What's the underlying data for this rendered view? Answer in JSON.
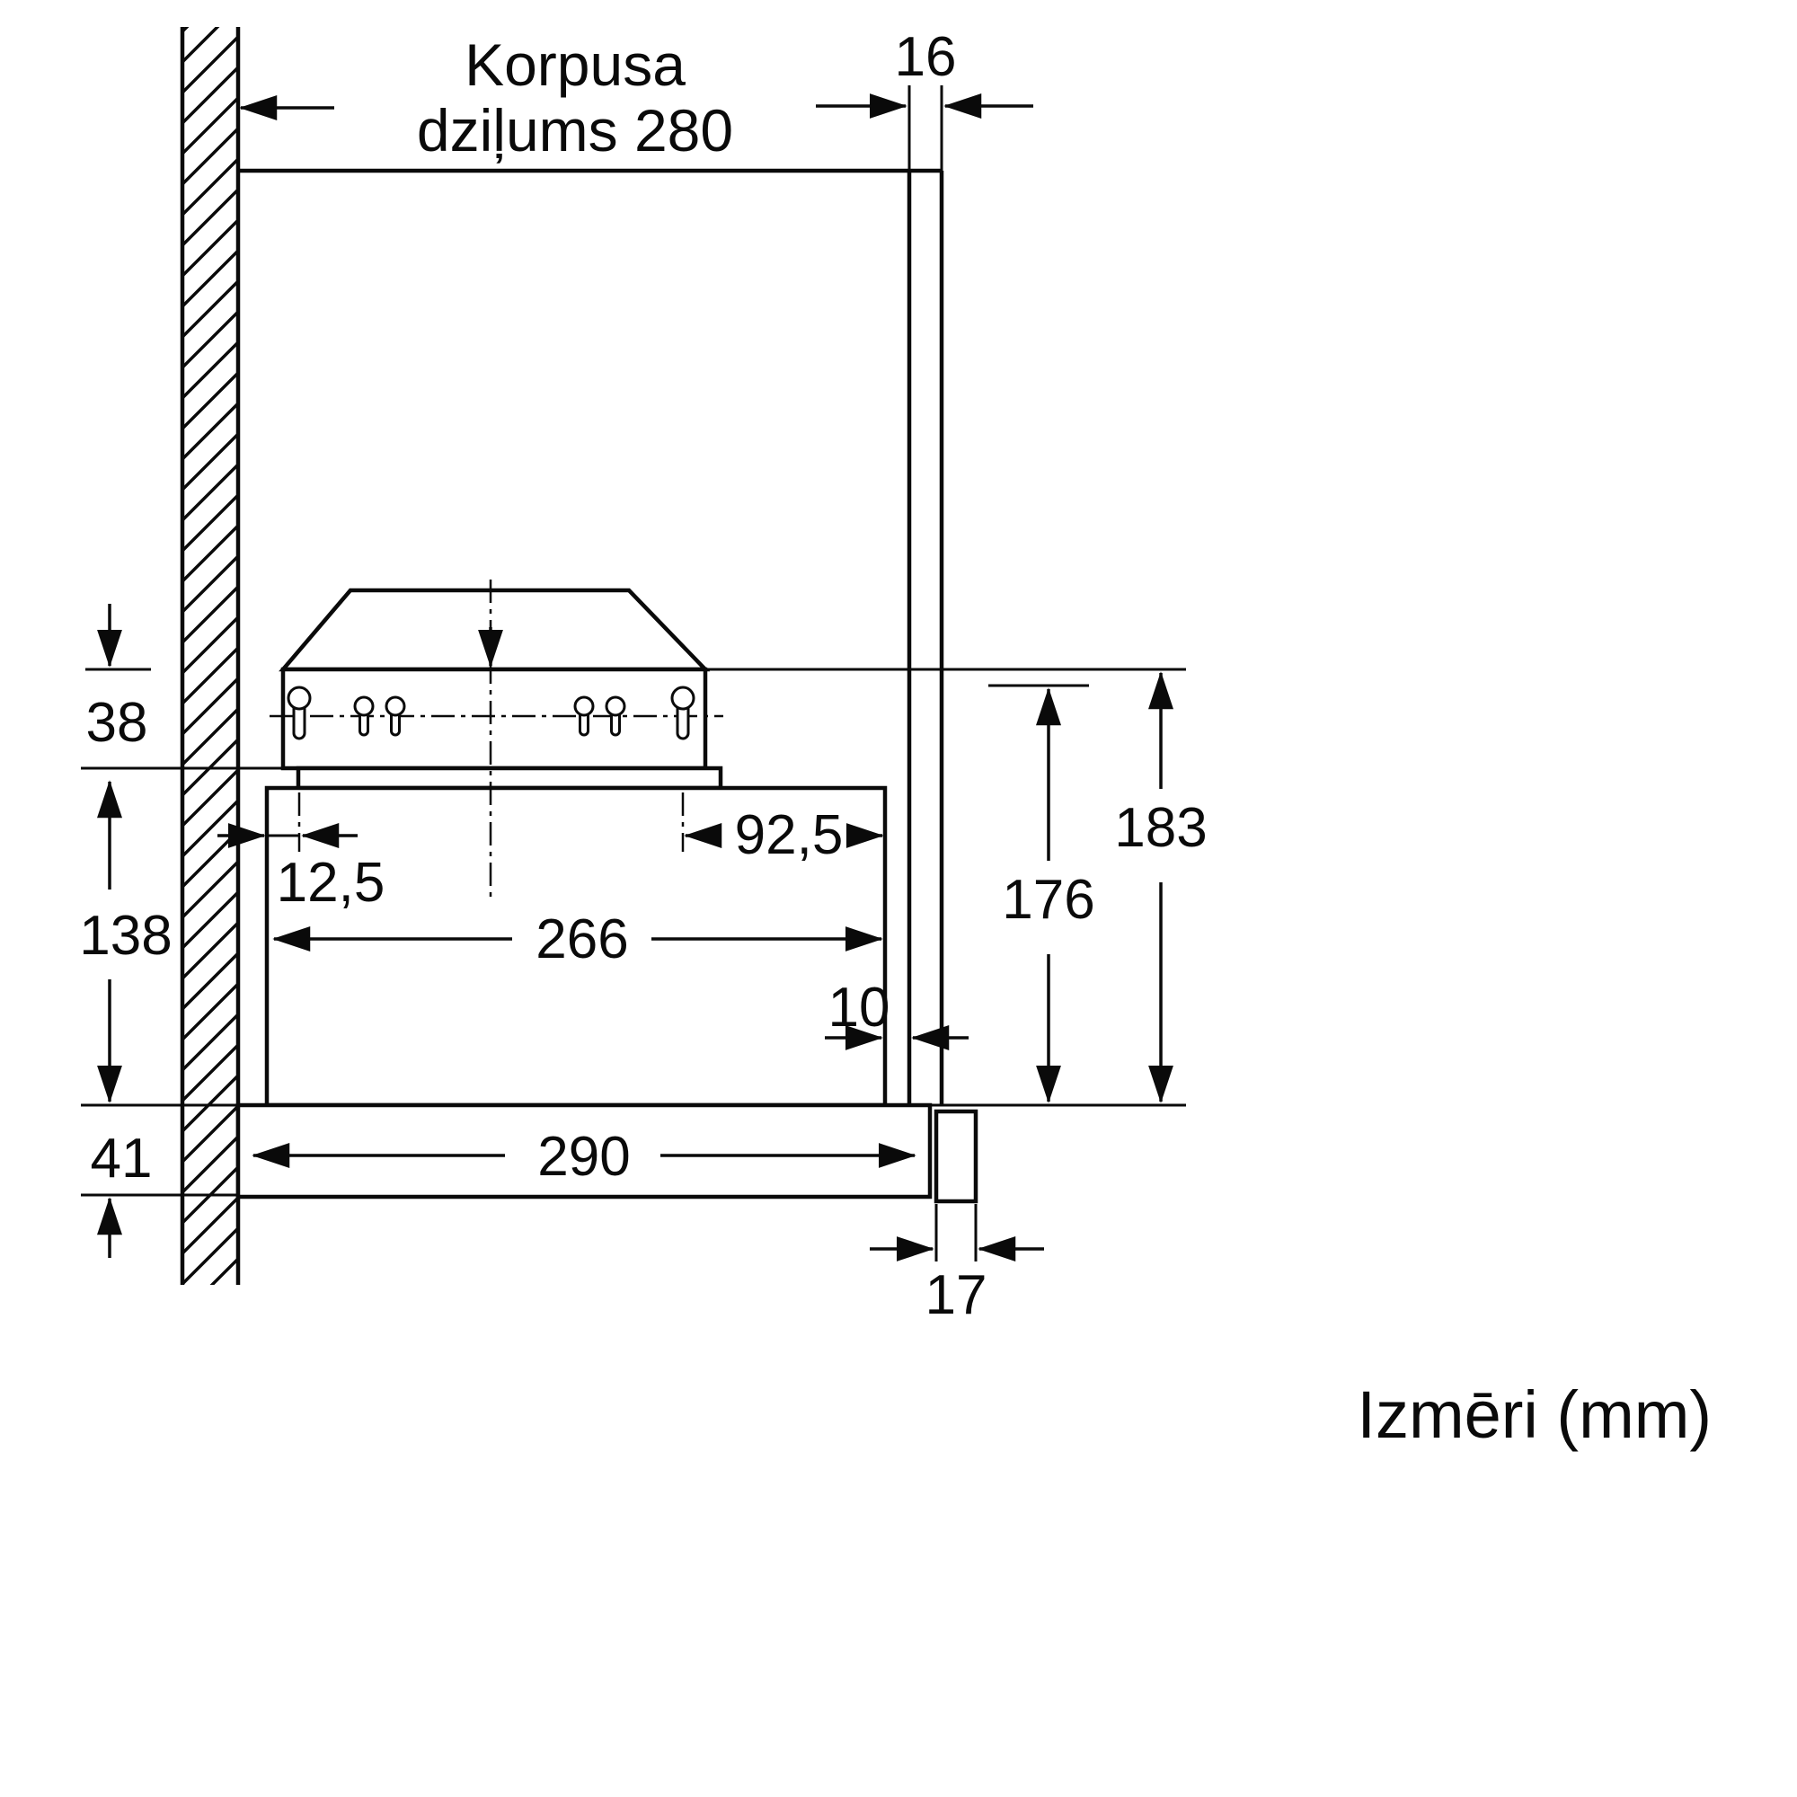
{
  "title": {
    "line1": "Korpusa",
    "line2": "dziļums 280"
  },
  "footer": "Izmēri (mm)",
  "dims": {
    "panel_thickness": "16",
    "mount_height": "38",
    "body_height": "138",
    "visor_height": "41",
    "offset_left": "12,5",
    "offset_right": "92,5",
    "body_depth": "266",
    "front_gap": "10",
    "visor_depth": "290",
    "bottom_panel": "17",
    "height_inner": "176",
    "height_total": "183"
  },
  "colors": {
    "line": "#0a0a0a",
    "background": "#ffffff"
  }
}
